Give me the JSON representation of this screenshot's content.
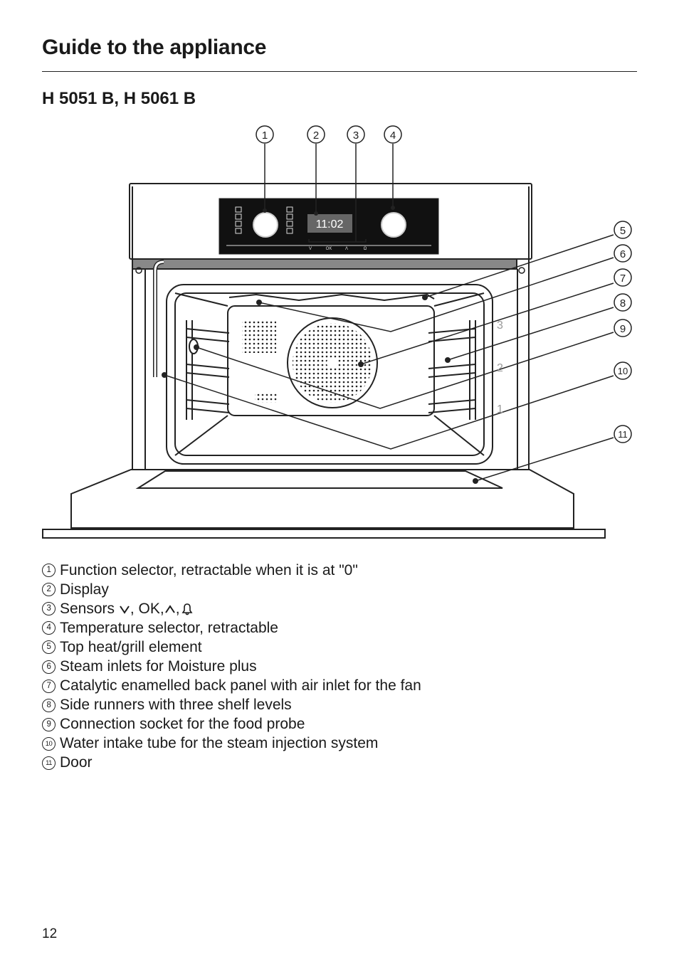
{
  "header": {
    "title": "Guide to the appliance"
  },
  "model": {
    "heading": "H 5051 B, H 5061 B"
  },
  "diagram": {
    "callouts": [
      "1",
      "2",
      "3",
      "4",
      "5",
      "6",
      "7",
      "8",
      "9",
      "10",
      "11"
    ],
    "display_time": "11:02",
    "panel_labels": [
      "V",
      "OK",
      "Λ",
      "Ω"
    ],
    "shelf_levels": [
      "3",
      "2",
      "1"
    ]
  },
  "legend": [
    {
      "num": "1",
      "text": "Function selector, retractable when it is at \"0\""
    },
    {
      "num": "2",
      "text": "Display"
    },
    {
      "num": "3",
      "text": "Sensors"
    },
    {
      "num": "4",
      "text": "Temperature selector, retractable"
    },
    {
      "num": "5",
      "text": "Top heat/grill element"
    },
    {
      "num": "6",
      "text": "Steam inlets for Moisture plus"
    },
    {
      "num": "7",
      "text": "Catalytic enamelled back panel with air inlet for the fan"
    },
    {
      "num": "8",
      "text": "Side runners with three shelf levels"
    },
    {
      "num": "9",
      "text": "Connection socket for the food probe"
    },
    {
      "num": "10",
      "text": "Water intake tube for the steam injection system"
    },
    {
      "num": "11",
      "text": "Door"
    }
  ],
  "sensors_line": {
    "ok_text": ", OK, ",
    "sep": ", "
  },
  "footer": {
    "page_number": "12"
  }
}
